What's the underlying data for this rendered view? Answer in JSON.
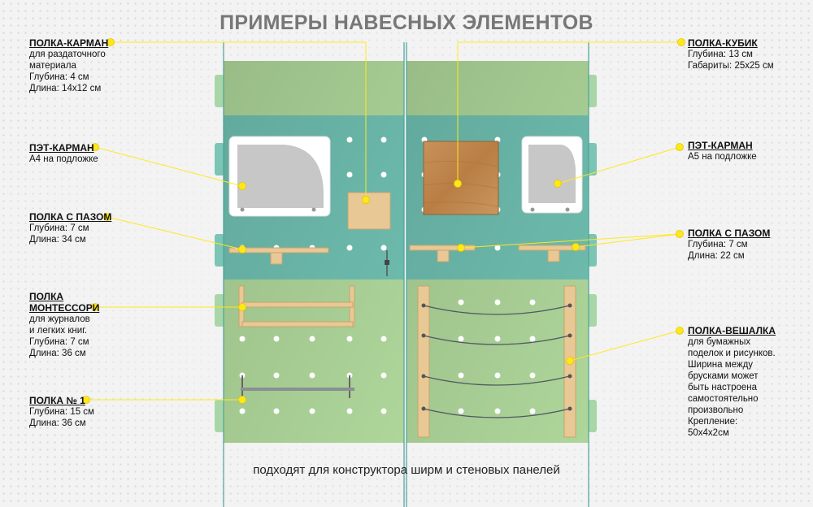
{
  "title": "ПРИМЕРЫ НАВЕСНЫХ ЭЛЕМЕНТОВ",
  "subtitle": "подходят для конструктора ширм и стеновых панелей",
  "colors": {
    "panel_green": "#aed69a",
    "panel_teal": "#6fbfb1",
    "wood": "#e8c894",
    "marker": "#ffe81a",
    "glass_edge": "#4aa39a"
  },
  "labels_left": [
    {
      "title": "ПОЛКА-КАРМАН",
      "text": "для раздаточного\nматериала\nГлубина: 4 см\nДлина: 14х12 см"
    },
    {
      "title": "ПЭТ-КАРМАН",
      "text": "А4 на подложке"
    },
    {
      "title": "ПОЛКА С ПАЗОМ",
      "text": "Глубина: 7 см\nДлина: 34 см"
    },
    {
      "title_lines": [
        "ПОЛКА",
        "МОНТЕССОРИ"
      ],
      "text": "для журналов\nи легких книг.\nГлубина: 7 см\nДлина: 36 см"
    },
    {
      "title": "ПОЛКА № 1",
      "text": "Глубина: 15 см\nДлина: 36 см"
    }
  ],
  "labels_right": [
    {
      "title": "ПОЛКА-КУБИК",
      "text": "Глубина: 13 см\nГабариты: 25х25 см"
    },
    {
      "title": "ПЭТ-КАРМАН",
      "text": "А5 на подложке"
    },
    {
      "title": "ПОЛКА С ПАЗОМ",
      "text": "Глубина: 7 см\nДлина: 22 см"
    },
    {
      "title": "ПОЛКА-ВЕШАЛКА",
      "text": "для бумажных\nподелок и рисунков.\nШирина между\nбрусками может\nбыть настроена\nсамостоятельно\nпроизвольно\nКрепление:\n50х4х2см"
    }
  ]
}
